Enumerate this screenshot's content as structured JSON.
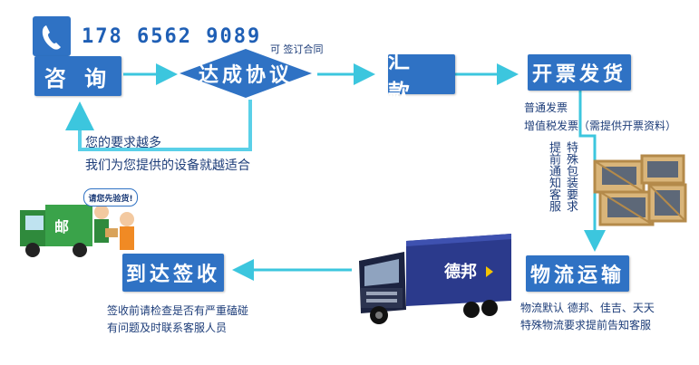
{
  "phone": {
    "number": "178 6562 9089"
  },
  "steps": {
    "consult": "咨 询",
    "agreement": "达成协议",
    "payment": "汇 款",
    "invoice_ship": "开票发货",
    "logistics": "物流运输",
    "receive": "到达签收"
  },
  "notes": {
    "contract": "可 签订合同",
    "more_requests": "您的要求越多",
    "better_fit": "我们为您提供的设备就越适合",
    "invoice_normal": "普通发票",
    "invoice_vat": "增值税发票（需提供开票资料）",
    "notify_customer": "提前通知客服",
    "special_packaging": "特殊包装要求",
    "logistics_default": "物流默认  德邦、佳吉、天天",
    "special_logistics": "特殊物流要求提前告知客服",
    "inspect_before_sign": "签收前请检查是否有严重磕碰",
    "contact_service": "有问题及时联系客服人员",
    "speech_bubble": "请您先验货!",
    "truck_logo": "德邦"
  },
  "colors": {
    "box": "#2f72c4",
    "arrow": "#3cc6de",
    "feedback_arrow": "#5ad0e8",
    "text": "#1d3d79",
    "phone": "#1f5fb5"
  },
  "icons": [
    "phone-icon",
    "delivery-scene-icon",
    "truck-icon",
    "crates-icon"
  ]
}
